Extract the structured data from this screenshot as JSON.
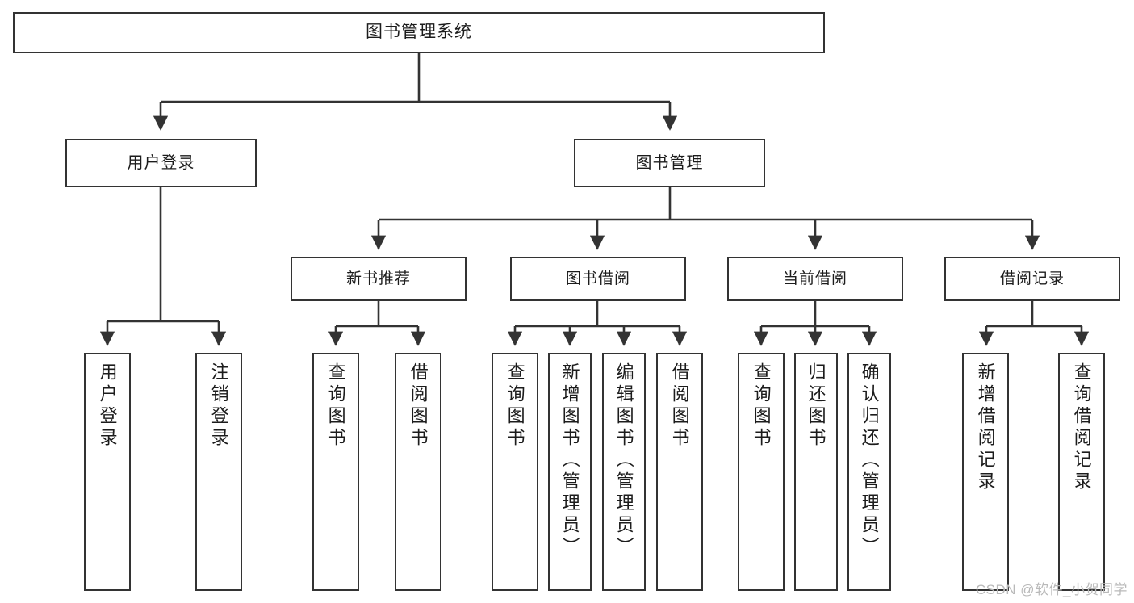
{
  "diagram": {
    "type": "tree-hierarchy-diagram",
    "title": "图书管理系统",
    "watermark": "CSDN @软件_小贺同学",
    "colors": {
      "box_border": "#333333",
      "box_fill": "#ffffff",
      "edge": "#333333",
      "text": "#1c1c1c",
      "watermark": "#b9b9b9"
    },
    "nodes": {
      "root": {
        "label": "图书管理系统"
      },
      "level1": [
        {
          "id": "user-login",
          "label": "用户登录"
        },
        {
          "id": "book-manage",
          "label": "图书管理"
        }
      ],
      "level2": [
        {
          "id": "new-book-recommend",
          "label": "新书推荐"
        },
        {
          "id": "book-borrow",
          "label": "图书借阅"
        },
        {
          "id": "current-borrow",
          "label": "当前借阅"
        },
        {
          "id": "borrow-record",
          "label": "借阅记录"
        }
      ],
      "leaves": {
        "user-login": [
          {
            "id": "leaf-user-login",
            "label": "用户登录"
          },
          {
            "id": "leaf-logout",
            "label": "注销登录"
          }
        ],
        "new-book-recommend": [
          {
            "id": "leaf-query-book-1",
            "label": "查询图书"
          },
          {
            "id": "leaf-borrow-book-1",
            "label": "借阅图书"
          }
        ],
        "book-borrow": [
          {
            "id": "leaf-query-book-2",
            "label": "查询图书"
          },
          {
            "id": "leaf-add-book",
            "label": "新增图书（管理员）"
          },
          {
            "id": "leaf-edit-book",
            "label": "编辑图书（管理员）"
          },
          {
            "id": "leaf-borrow-book-2",
            "label": "借阅图书"
          }
        ],
        "current-borrow": [
          {
            "id": "leaf-query-book-3",
            "label": "查询图书"
          },
          {
            "id": "leaf-return-book",
            "label": "归还图书"
          },
          {
            "id": "leaf-confirm-return",
            "label": "确认归还（管理员）"
          }
        ],
        "borrow-record": [
          {
            "id": "leaf-add-record",
            "label": "新增借阅记录"
          },
          {
            "id": "leaf-query-record",
            "label": "查询借阅记录"
          }
        ]
      }
    }
  }
}
